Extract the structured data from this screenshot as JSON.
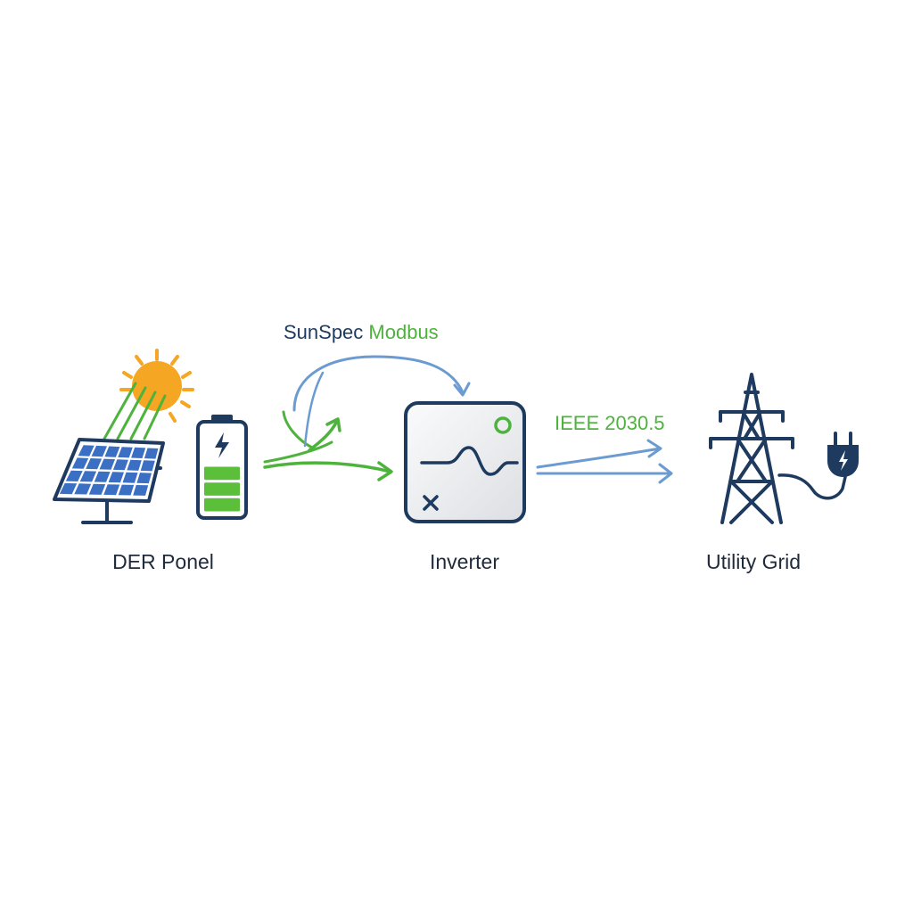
{
  "colors": {
    "navy": "#1e3a5f",
    "blue": "#6b9bd1",
    "green": "#4db33d",
    "battery_green": "#5cbf3a",
    "sun": "#f5a623",
    "solar_cell": "#3b6fc4",
    "text": "#1f2a3a"
  },
  "nodes": {
    "der": {
      "label": "DER Ponel",
      "icons": [
        "sun-icon",
        "solar-panel-icon",
        "battery-icon"
      ]
    },
    "inverter": {
      "label": "Inverter",
      "icons": [
        "inverter-icon"
      ]
    },
    "grid": {
      "label": "Utility Grid",
      "icons": [
        "transmission-tower-icon",
        "power-plug-icon"
      ]
    }
  },
  "protocols": {
    "sunspec_part1": "SunSpec ",
    "sunspec_part2": "Modbus",
    "ieee": "IEEE 2030.5"
  },
  "battery": {
    "charge_segments": 3
  }
}
